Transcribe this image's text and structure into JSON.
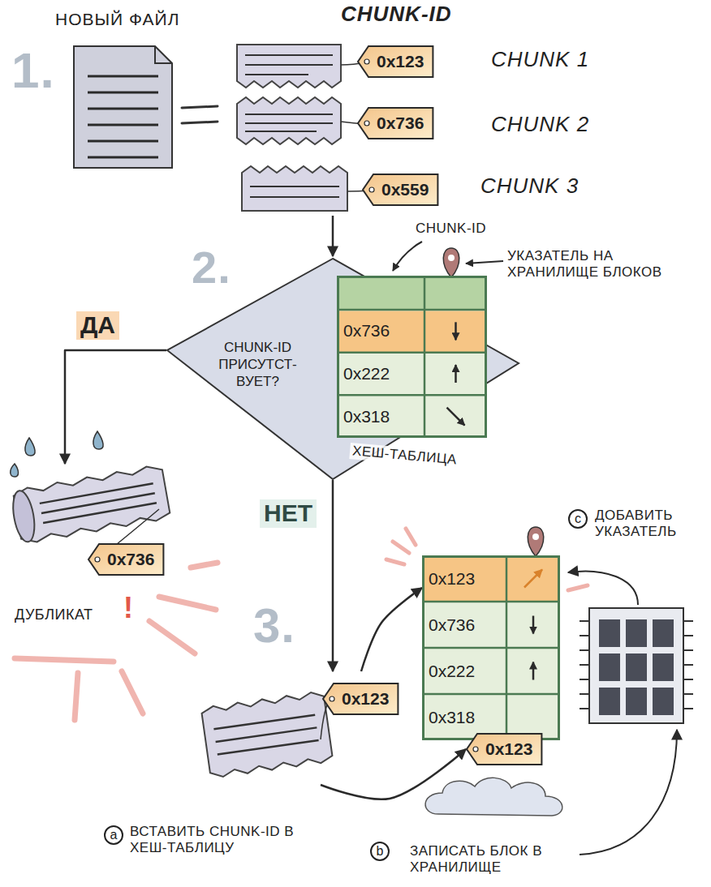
{
  "diagram": {
    "nodes": [
      {
        "text": [
          "НОВЫЙ ФАЙЛ"
        ]
      },
      {
        "text": [
          "0x123"
        ]
      },
      {
        "text": [
          "0x736"
        ]
      },
      {
        "text": [
          "0x559"
        ]
      },
      {
        "text": [
          "CHUNK-ID ПРИСУТСТ- ВУЕТ?"
        ]
      },
      {
        "text": [
          "0x736",
          "0x222",
          "0x318"
        ]
      },
      {
        "text": [
          "0x736"
        ]
      },
      {
        "text": [
          "0x123"
        ]
      },
      {
        "text": [
          "0x123",
          "0x736",
          "0x222",
          "0x318"
        ]
      },
      {
        "text": [
          "0x123"
        ]
      }
    ],
    "edges": [
      {
        "from": 4,
        "to": 6,
        "arrow": "to",
        "label": "ДА"
      },
      {
        "from": 4,
        "to": 7,
        "arrow": "to",
        "label": "НЕТ"
      },
      {
        "from": 7,
        "to": 8,
        "arrow": "to"
      },
      {
        "from": 7,
        "to": 9,
        "arrow": "to"
      }
    ],
    "labels": [
      "CHUNK-ID",
      "1.",
      "CHUNK 1",
      "CHUNK 2",
      "CHUNK 3",
      "2.",
      "CHUNK-ID",
      "УКАЗАТЕЛЬ НА ХРАНИЛИЩЕ БЛОКОВ",
      "ХЕШ-ТАБЛИЦА",
      "ДУБЛИКАТ",
      "!",
      "3.",
      "c",
      "ДОБАВИТЬ УКАЗАТЕЛЬ",
      "a",
      "ВСТАВИТЬ CHUNK-ID В ХЕШ-ТАБЛИЦУ",
      "b",
      "ЗАПИСАТЬ БЛОК В ХРАНИЛИЩЕ"
    ]
  }
}
